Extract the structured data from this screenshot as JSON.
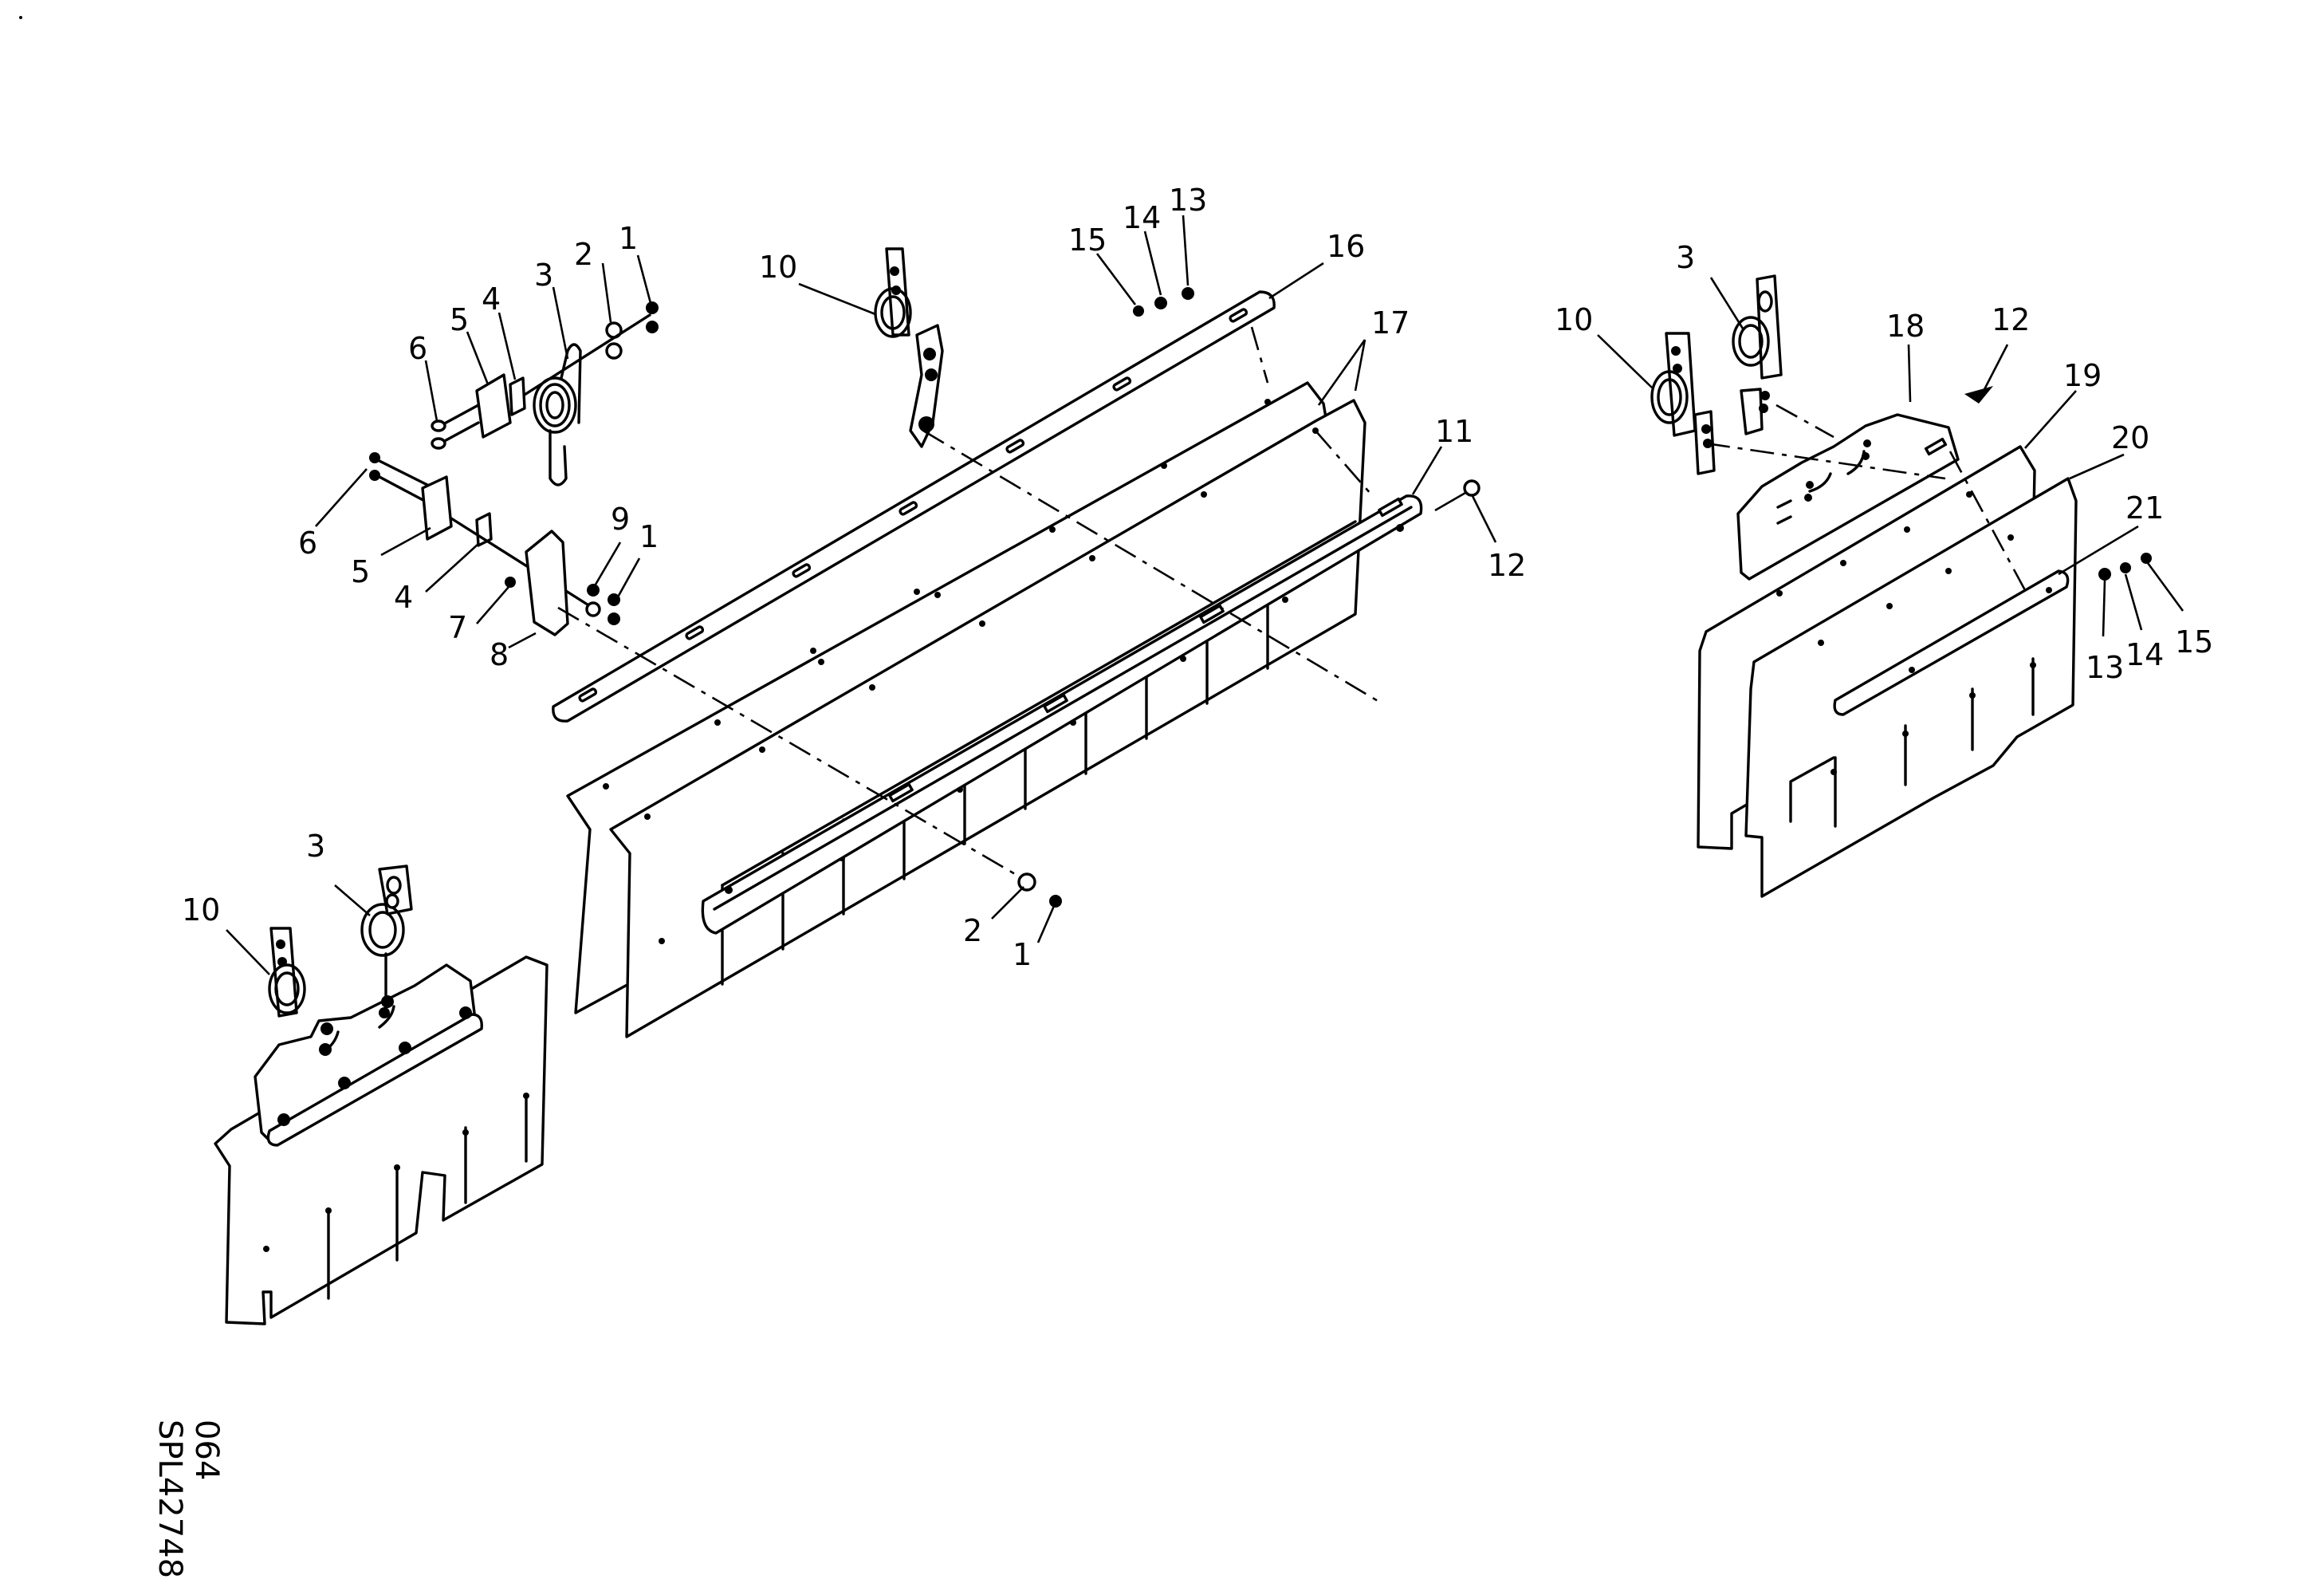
{
  "drawing": {
    "code_line_1": "SPL42748",
    "code_line_2": "064"
  },
  "callouts": {
    "l_top_1": "1",
    "l_top_2": "2",
    "l_top_3": "3",
    "l_top_4": "4",
    "l_top_5": "5",
    "l_top_6": "6",
    "l_low_6": "6",
    "l_low_5": "5",
    "l_low_4": "4",
    "l_low_7": "7",
    "l_low_8": "8",
    "l_low_9": "9",
    "l_low_1": "1",
    "c_10": "10",
    "c_15": "15",
    "c_14": "14",
    "c_13": "13",
    "c_16": "16",
    "c_17": "17",
    "c_11": "11",
    "c_12": "12",
    "c_2": "2",
    "c_1": "1",
    "bl_10": "10",
    "bl_3": "3",
    "r_3": "3",
    "r_10": "10",
    "r_18": "18",
    "r_12": "12",
    "r_19": "19",
    "r_20": "20",
    "r_21": "21",
    "r_13": "13",
    "r_14": "14",
    "r_15": "15"
  }
}
